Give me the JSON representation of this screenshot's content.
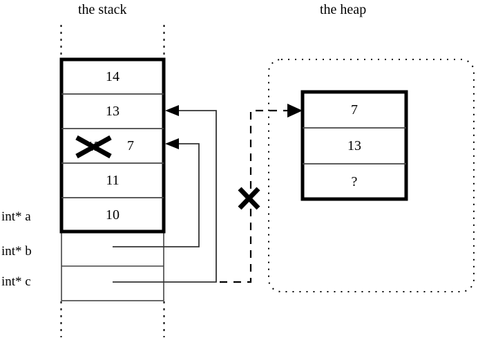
{
  "diagram": {
    "kind": "memory-diagram",
    "stack": {
      "title": "the stack",
      "cells": [
        {
          "value": "14"
        },
        {
          "value": "13"
        },
        {
          "value": "12",
          "struck": true,
          "replacement": "7"
        },
        {
          "value": "11"
        },
        {
          "value": "10"
        }
      ],
      "variables": [
        {
          "label": "int* a"
        },
        {
          "label": "int* b"
        },
        {
          "label": "int* c"
        }
      ]
    },
    "heap": {
      "title": "the heap",
      "cells": [
        {
          "value": "7"
        },
        {
          "value": "13"
        },
        {
          "value": "?"
        }
      ]
    },
    "pointers": [
      {
        "name": "b-pointer",
        "from": "int* b",
        "to": "stack-cell-12-7",
        "style": "solid"
      },
      {
        "name": "c-pointer",
        "from": "int* c",
        "to": "stack-cell-13",
        "style": "solid"
      },
      {
        "name": "freed-heap-pointer",
        "from": "int* c",
        "to": "heap-block",
        "style": "dashed",
        "invalidated": true
      }
    ],
    "marks": [
      {
        "name": "struck-value-x",
        "over": "12"
      },
      {
        "name": "broken-link-x",
        "over": "freed-heap-pointer"
      }
    ],
    "colors": {
      "ink": "#000000",
      "background": "#ffffff",
      "cell_divider": "#444444"
    }
  }
}
